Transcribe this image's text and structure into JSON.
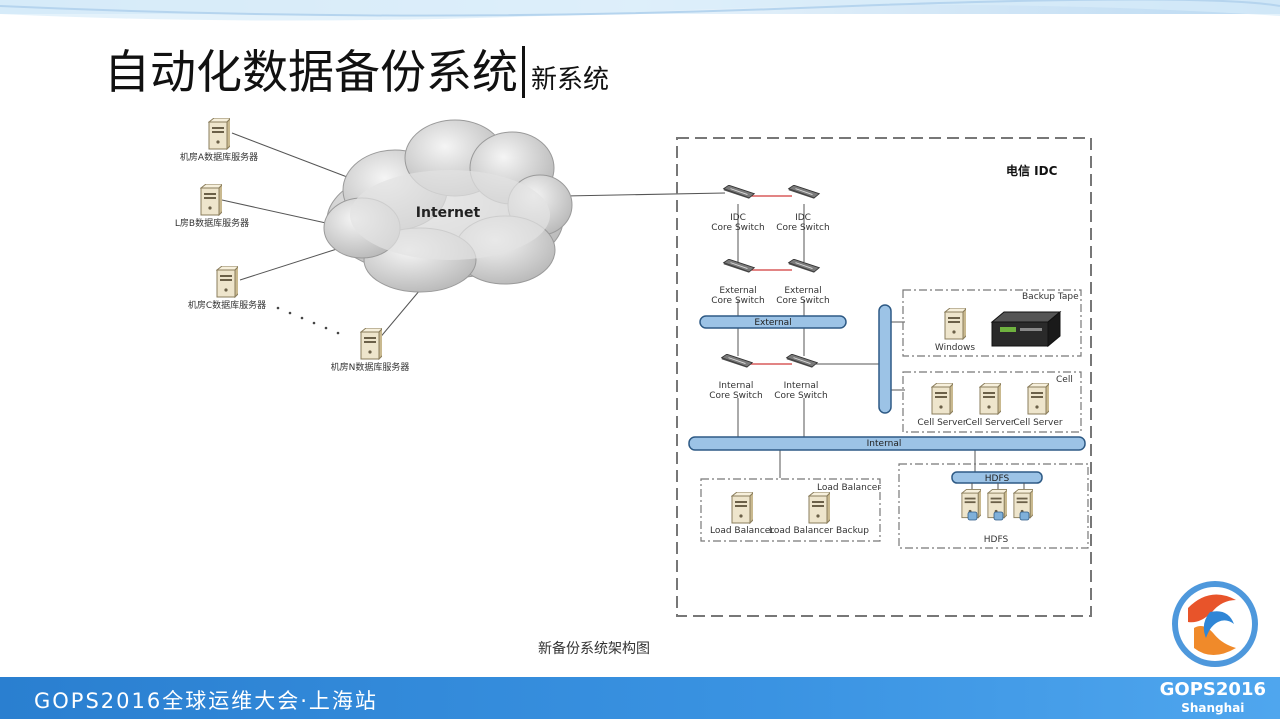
{
  "slide": {
    "title_main": "自动化数据备份系统",
    "title_sub": "新系统",
    "caption": "新备份系统架构图"
  },
  "diagram": {
    "cloud_label": "Internet",
    "servers": [
      "机房A数据库服务器",
      "L房B数据库服务器",
      "机房C数据库服务器",
      "机房N数据库服务器"
    ],
    "idc_label": "电信 IDC",
    "switches": {
      "idc_line1": "IDC",
      "idc_line2": "Core Switch",
      "external_line1": "External",
      "external_line2": "Core Switch",
      "internal_line1": "Internal",
      "internal_line2": "Core Switch"
    },
    "bus_external": "External",
    "bus_internal": "Internal",
    "backup_tape": {
      "title": "Backup Tape",
      "windows": "Windows"
    },
    "cell": {
      "title": "Cell",
      "servers": [
        "Cell Server",
        "Cell Server",
        "Cell Server"
      ]
    },
    "load_balancer": {
      "title": "Load Balancer",
      "primary": "Load Balancer",
      "backup": "Load Balancer Backup"
    },
    "hdfs": {
      "bus": "HDFS",
      "label": "HDFS"
    }
  },
  "footer": {
    "text": "GOPS2016全球运维大会·上海站",
    "brand_main": "GOPS2016",
    "brand_sub": "Shanghai"
  },
  "colors": {
    "footer_blue": "#2f86d6",
    "bus_fill": "#9cc3e6",
    "bus_stroke": "#2e5a85",
    "link_red": "#d03a3a"
  }
}
